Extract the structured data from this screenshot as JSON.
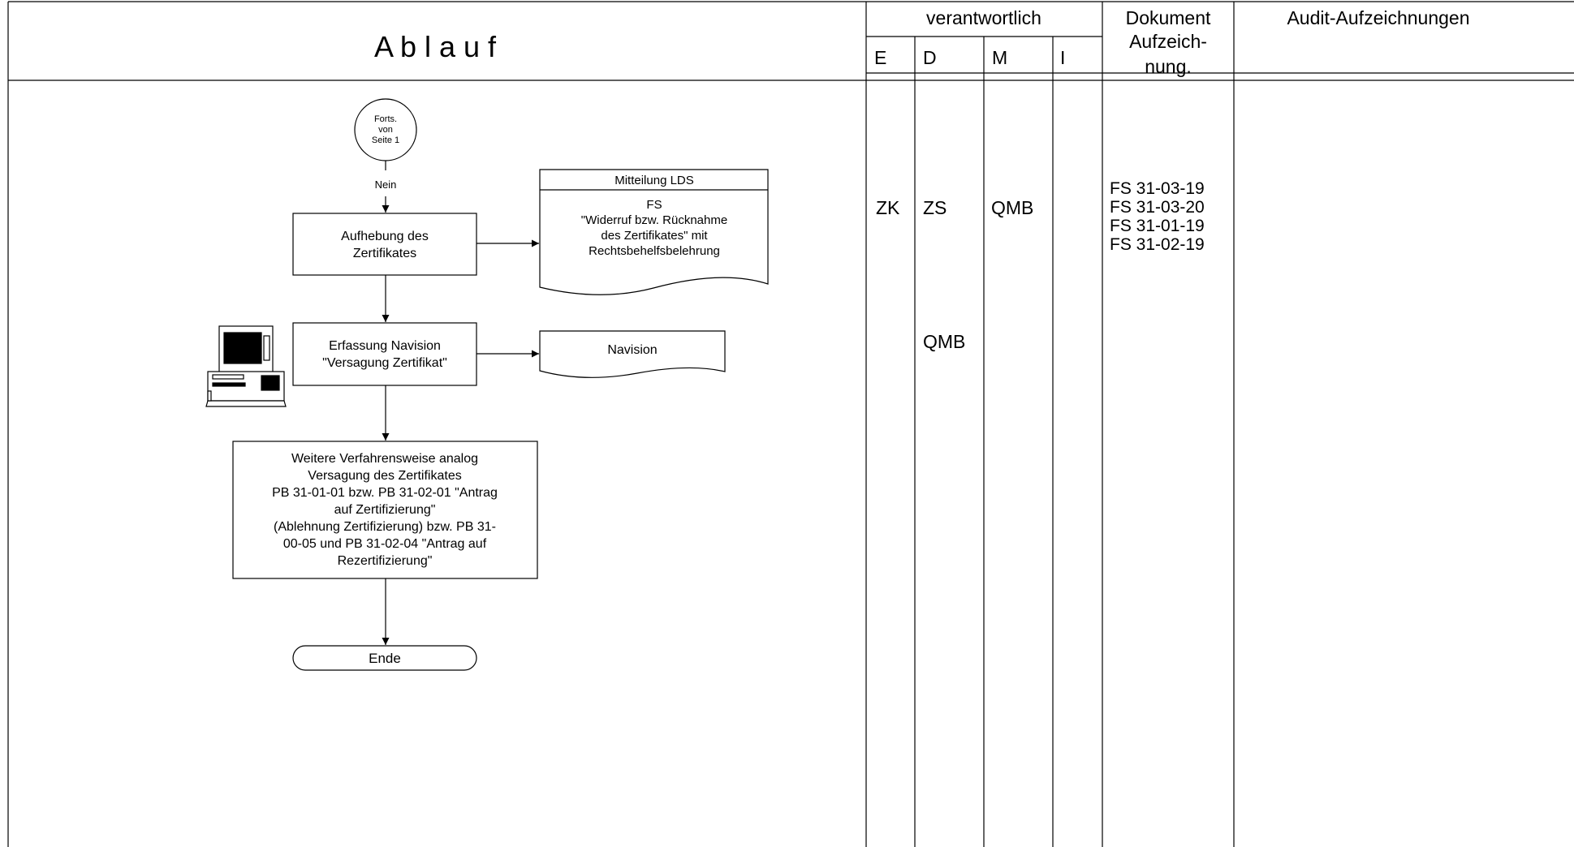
{
  "header": {
    "ablauf": "A b l a u f",
    "verantwortlich": "verantwortlich",
    "role_cols": [
      "E",
      "D",
      "M",
      "I"
    ],
    "dokument": [
      "Dokument",
      "Aufzeich-",
      "nung."
    ],
    "audit": "Audit-Aufzeichnungen"
  },
  "flow": {
    "connector": [
      "Forts.",
      "von",
      "Seite 1"
    ],
    "nein": "Nein",
    "step1": [
      "Aufhebung des",
      "Zertifikates"
    ],
    "doc1_title": "Mitteilung LDS",
    "doc1_body": [
      "FS",
      "\"Widerruf bzw. Rücknahme",
      "des Zertifikates\" mit",
      "Rechtsbehelfsbelehrung"
    ],
    "step2": [
      "Erfassung Navision",
      "\"Versagung Zertifikat\""
    ],
    "doc2": "Navision",
    "step3": [
      "Weitere Verfahrensweise analog",
      "Versagung des Zertifikates",
      "PB 31-01-01 bzw. PB 31-02-01 \"Antrag",
      "auf Zertifizierung\"",
      "(Ablehnung Zertifizierung)  bzw. PB 31-",
      "00-05 und PB 31-02-04 \"Antrag auf",
      "Rezertifizierung\""
    ],
    "end": "Ende",
    "computer_icon": "desktop-computer-icon"
  },
  "responsibility": {
    "row1": {
      "E": "ZK",
      "D": "ZS",
      "M": "QMB"
    },
    "row2": {
      "D": "QMB"
    }
  },
  "documents": [
    "FS 31-03-19",
    "FS 31-03-20",
    "FS 31-01-19",
    "FS 31-02-19"
  ]
}
